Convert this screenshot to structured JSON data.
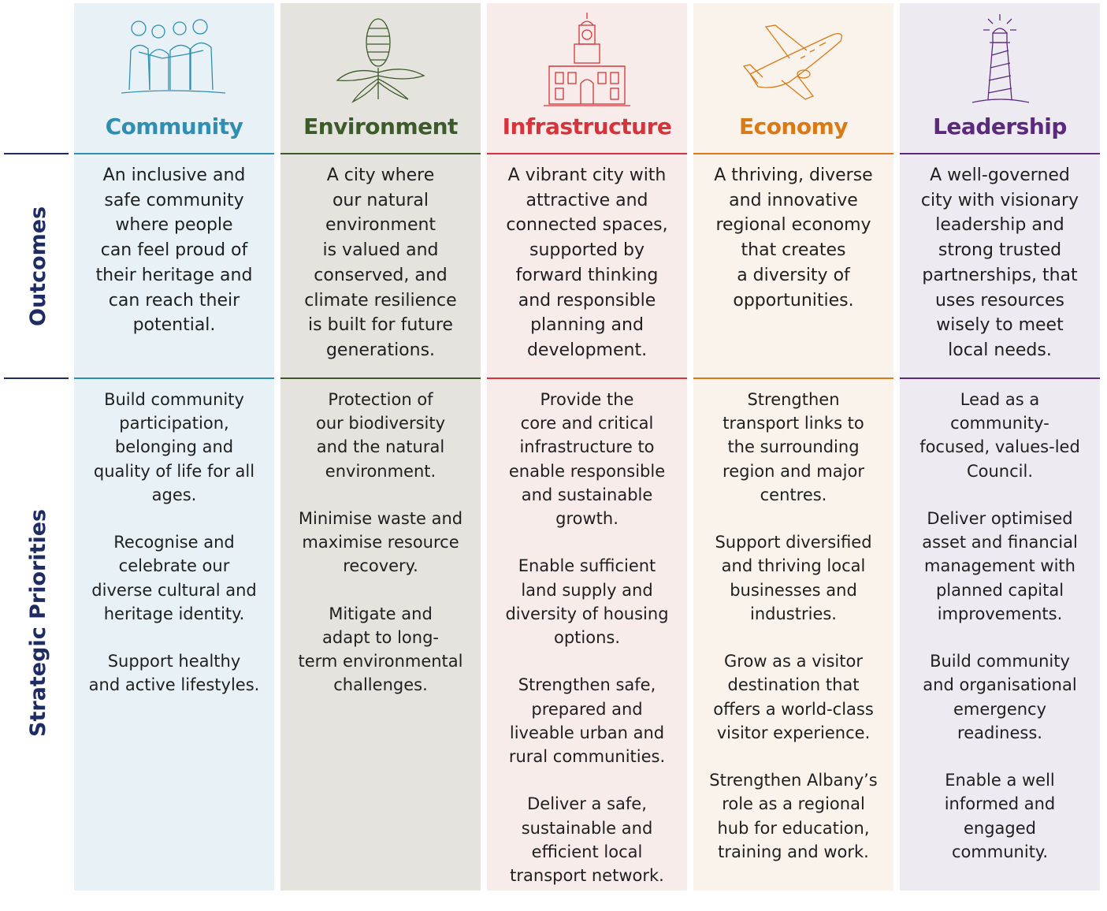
{
  "row_labels": {
    "outcomes": "Outcomes",
    "priorities": "Strategic Priorities"
  },
  "columns": [
    {
      "title": "Community",
      "icon": "people-group-icon",
      "color": "#2f8fb3",
      "bg": "#e8f1f6",
      "outcome": "An inclusive and\nsafe community\nwhere people\ncan feel proud of\ntheir heritage and\ncan reach their\npotential.",
      "priorities": [
        "Build community\nparticipation,\nbelonging and\nquality of life for all\nages.",
        "Recognise and\ncelebrate our\ndiverse cultural and\nheritage identity.",
        "Support healthy\nand active lifestyles."
      ]
    },
    {
      "title": "Environment",
      "icon": "banksia-flower-icon",
      "color": "#3d5a2a",
      "bg": "#e5e3dd",
      "outcome": "A city where\nour natural\nenvironment\nis valued and\nconserved, and\nclimate resilience\nis built for future\ngenerations.",
      "priorities": [
        "Protection of\nour biodiversity\nand the natural\nenvironment.",
        "Minimise waste and\nmaximise resource\nrecovery.",
        "Mitigate and\nadapt to long-\nterm environmental\nchallenges."
      ]
    },
    {
      "title": "Infrastructure",
      "icon": "town-hall-building-icon",
      "color": "#d6333b",
      "bg": "#f8eceb",
      "outcome": "A vibrant city with\nattractive and\nconnected spaces,\nsupported by\nforward thinking\nand responsible\nplanning and\ndevelopment.",
      "priorities": [
        "Provide the\ncore and critical\ninfrastructure to\nenable responsible\nand sustainable\ngrowth.",
        "Enable sufficient\nland supply and\ndiversity of housing\noptions.",
        "Strengthen safe,\nprepared and\nliveable urban and\nrural communities.",
        "Deliver a safe,\nsustainable and\nefficient local\ntransport network."
      ]
    },
    {
      "title": "Economy",
      "icon": "airplane-icon",
      "color": "#d97a16",
      "bg": "#faf3eb",
      "outcome": "A thriving, diverse\nand innovative\nregional economy\nthat creates\na diversity of\nopportunities.",
      "priorities": [
        "Strengthen\ntransport links to\nthe surrounding\nregion and major\ncentres.",
        "Support diversified\nand thriving local\nbusinesses and\nindustries.",
        "Grow as a visitor\ndestination that\noffers a world-class\nvisitor experience.",
        "Strengthen Albany’s\nrole as a regional\nhub for education,\ntraining and work."
      ]
    },
    {
      "title": "Leadership",
      "icon": "lighthouse-icon",
      "color": "#5b2a7c",
      "bg": "#eeeaf2",
      "outcome": "A well-governed\ncity with visionary\nleadership and\nstrong trusted\npartnerships, that\nuses resources\nwisely to meet\nlocal needs.",
      "priorities": [
        "Lead as a\ncommunity-\nfocused, values-led\nCouncil.",
        "Deliver optimised\nasset and financial\nmanagement with\nplanned capital\nimprovements.",
        "Build community\nand organisational\nemergency\nreadiness.",
        "Enable a well\ninformed and\nengaged\ncommunity."
      ]
    }
  ]
}
